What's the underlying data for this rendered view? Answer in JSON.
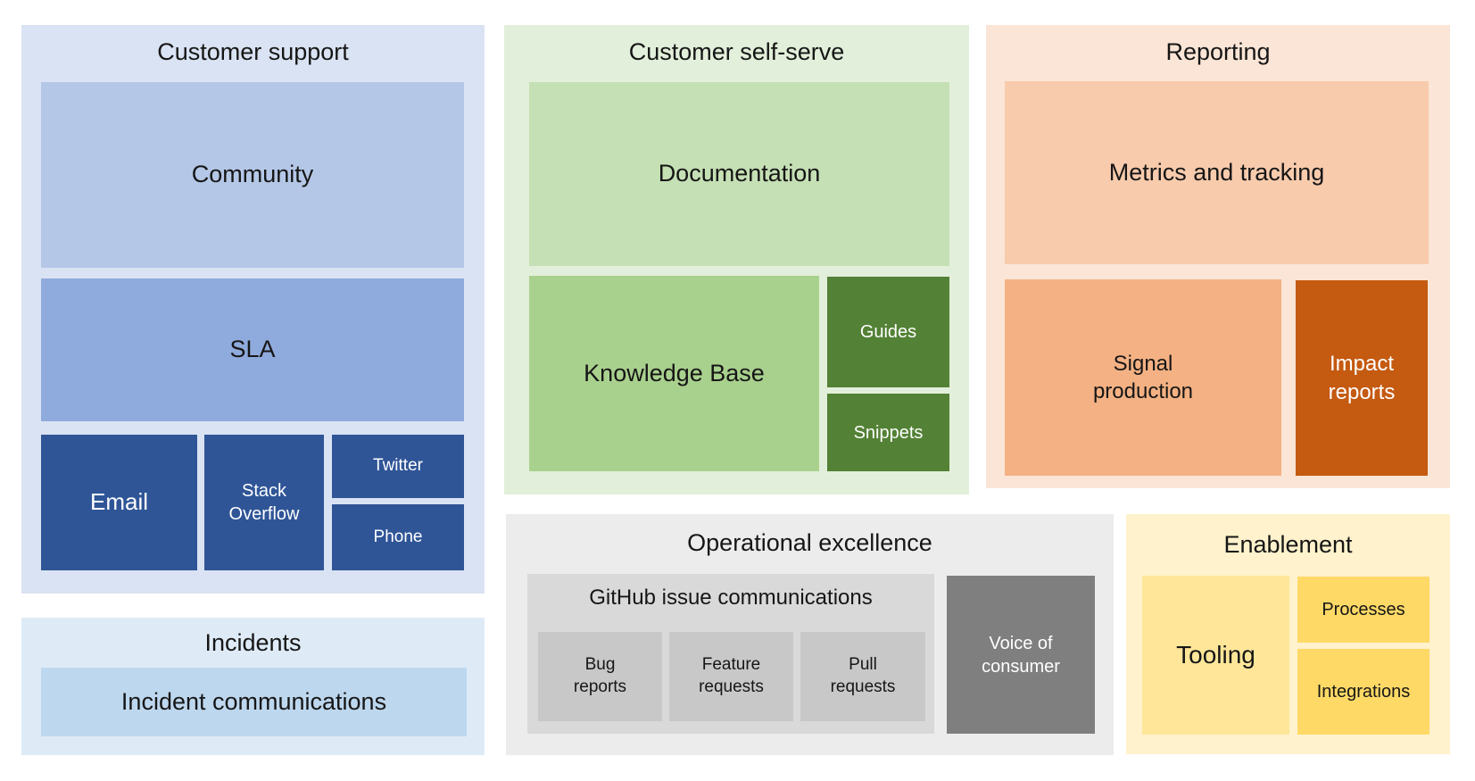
{
  "diagram": {
    "customer_support": {
      "title": "Customer support",
      "community": "Community",
      "sla": "SLA",
      "email": "Email",
      "stack_overflow": "Stack Overflow",
      "twitter": "Twitter",
      "phone": "Phone"
    },
    "incidents": {
      "title": "Incidents",
      "incident_communications": "Incident communications"
    },
    "customer_self_serve": {
      "title": "Customer self-serve",
      "documentation": "Documentation",
      "knowledge_base": "Knowledge Base",
      "guides": "Guides",
      "snippets": "Snippets"
    },
    "reporting": {
      "title": "Reporting",
      "metrics_and_tracking": "Metrics and tracking",
      "signal_production": "Signal production",
      "impact_reports": "Impact reports"
    },
    "operational_excellence": {
      "title": "Operational excellence",
      "github_issue_communications": "GitHub issue communications",
      "bug_reports": "Bug reports",
      "feature_requests": "Feature requests",
      "pull_requests": "Pull requests",
      "voice_of_consumer": "Voice of consumer"
    },
    "enablement": {
      "title": "Enablement",
      "tooling": "Tooling",
      "processes": "Processes",
      "integrations": "Integrations"
    }
  },
  "colors": {
    "customer_support_panel": "#dae3f3",
    "community_block": "#b4c7e7",
    "sla_block": "#8faadc",
    "channel_blocks_dark_blue": "#2f5597",
    "incidents_panel": "#deebf7",
    "incident_communications_block": "#bdd7ee",
    "customer_self_serve_panel": "#e2efda",
    "documentation_block": "#c5e0b4",
    "knowledge_base_block": "#a9d18e",
    "guides_snippets_dark_green": "#538135",
    "reporting_panel": "#fbe5d6",
    "metrics_block": "#f8cbad",
    "signal_production_block": "#f4b183",
    "impact_reports_dark_orange": "#c55a11",
    "operational_excellence_panel": "#ececec",
    "github_subpanel": "#d9d9d9",
    "github_blocks": "#c8c8c8",
    "voice_of_consumer_dark_gray": "#7f7f7f",
    "enablement_panel": "#fff2cc",
    "tooling_block": "#ffe699",
    "processes_integrations_gold": "#ffd966",
    "text_dark": "#161616",
    "text_light": "#ffffff"
  }
}
